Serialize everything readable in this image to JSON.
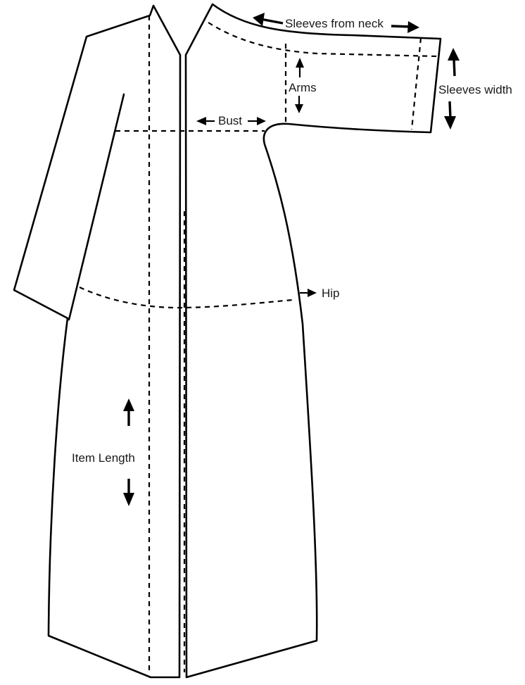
{
  "labels": {
    "sleeves_from_neck": "Sleeves from neck",
    "sleeves_width": "Sleeves width",
    "arms": "Arms",
    "bust": "Bust",
    "hip": "Hip",
    "item_length": "Item Length"
  },
  "colors": {
    "line": "#000000",
    "text": "#1a1a1a",
    "background": "#ffffff"
  }
}
